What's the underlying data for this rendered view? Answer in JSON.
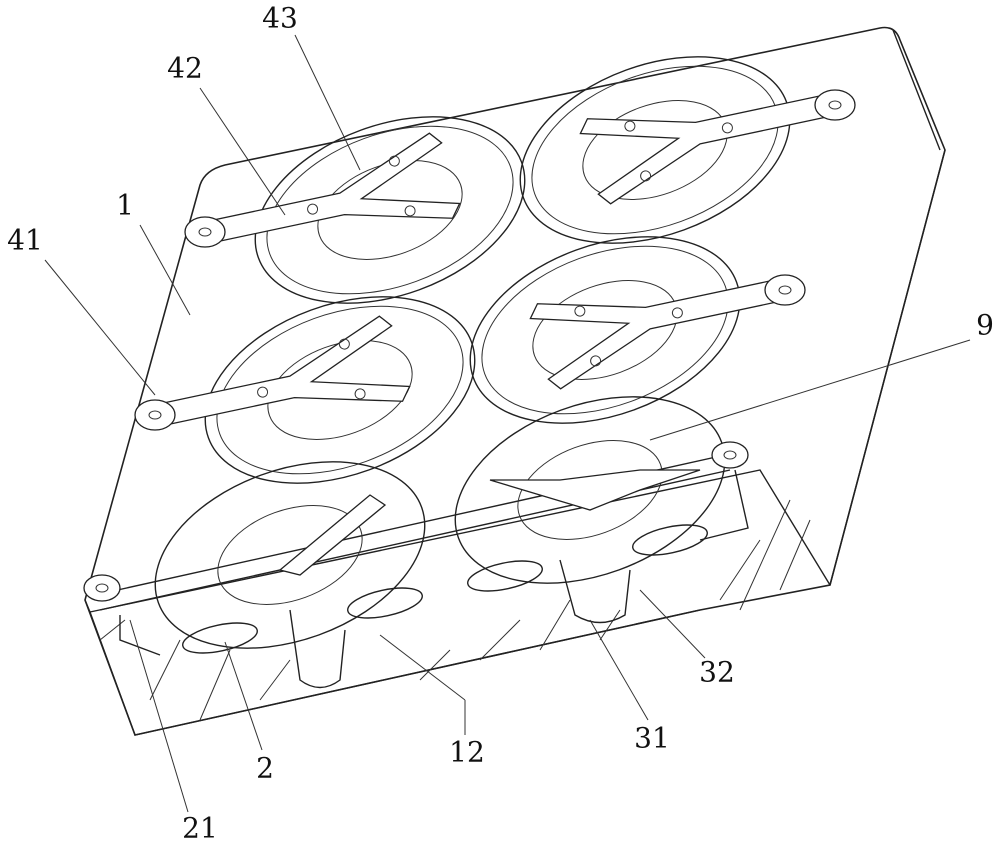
{
  "figure": {
    "labels": {
      "l43": "43",
      "l42": "42",
      "l1": "1",
      "l41": "41",
      "l9": "9",
      "l32": "32",
      "l31": "31",
      "l12": "12",
      "l2": "2",
      "l21": "21"
    }
  }
}
